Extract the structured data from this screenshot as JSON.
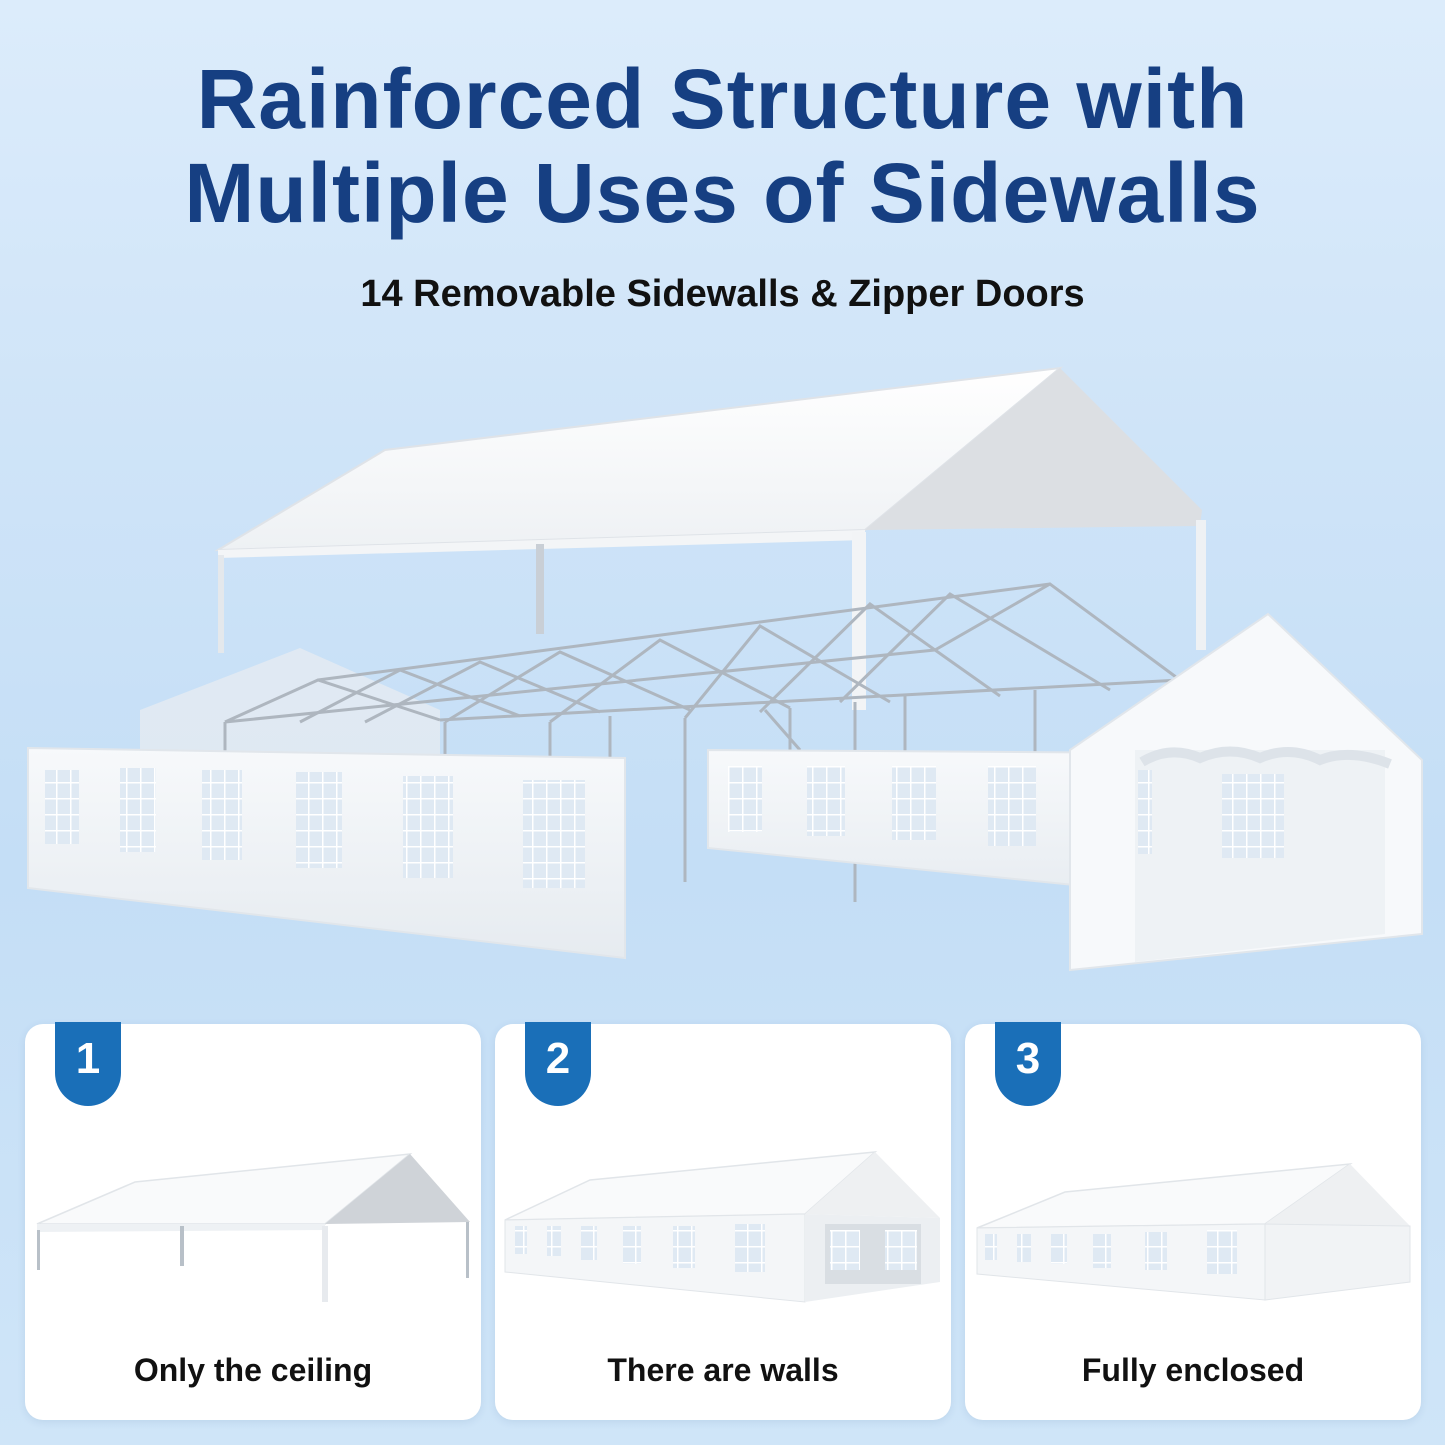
{
  "headline": {
    "line1": "Rainforced Structure with",
    "line2": "Multiple Uses of Sidewalls"
  },
  "subtitle": "14 Removable Sidewalls & Zipper Doors",
  "colors": {
    "headline": "#163f82",
    "badge": "#1a6fb8",
    "card": "#ffffff"
  },
  "cards": [
    {
      "number": "1",
      "label": "Only the ceiling"
    },
    {
      "number": "2",
      "label": "There are walls"
    },
    {
      "number": "3",
      "label": "Fully enclosed"
    }
  ]
}
